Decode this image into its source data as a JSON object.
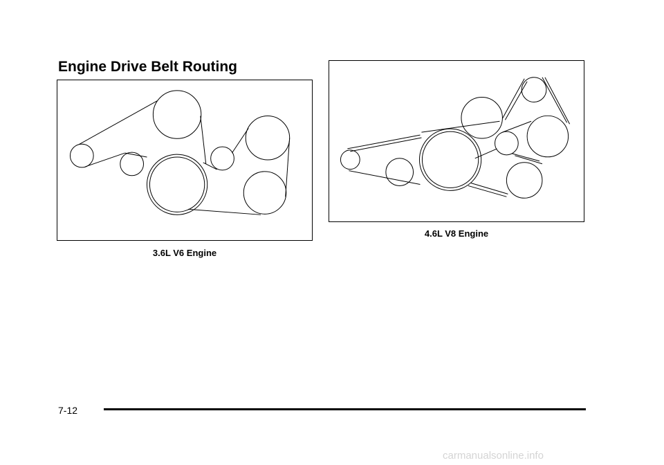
{
  "page": {
    "title": "Engine Drive Belt Routing",
    "page_number": "7-12",
    "watermark": "carmanualsonline.info"
  },
  "figures": [
    {
      "id": "v6",
      "caption": "3.6L V6 Engine"
    },
    {
      "id": "v8",
      "caption": "4.6L V8 Engine"
    }
  ]
}
